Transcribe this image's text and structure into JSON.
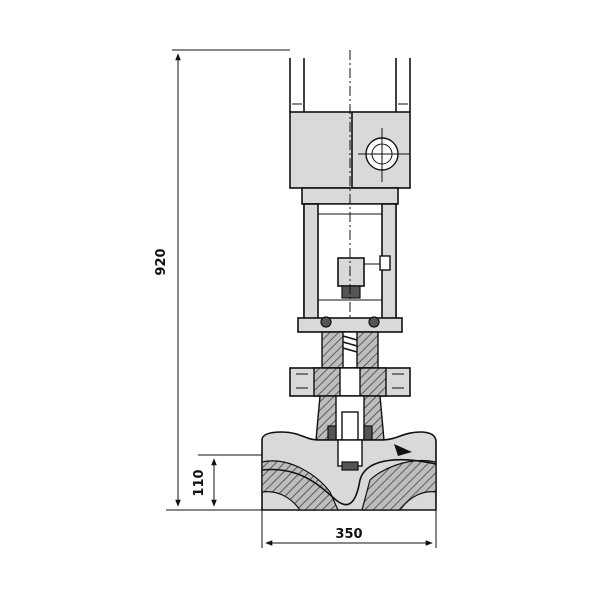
{
  "drawing": {
    "dimension_height_overall": "920",
    "dimension_height_flange": "110",
    "dimension_face_to_face": "350"
  },
  "colors": {
    "line": "#111111",
    "fill": "#d9d9d9",
    "hatch": "#555555"
  }
}
